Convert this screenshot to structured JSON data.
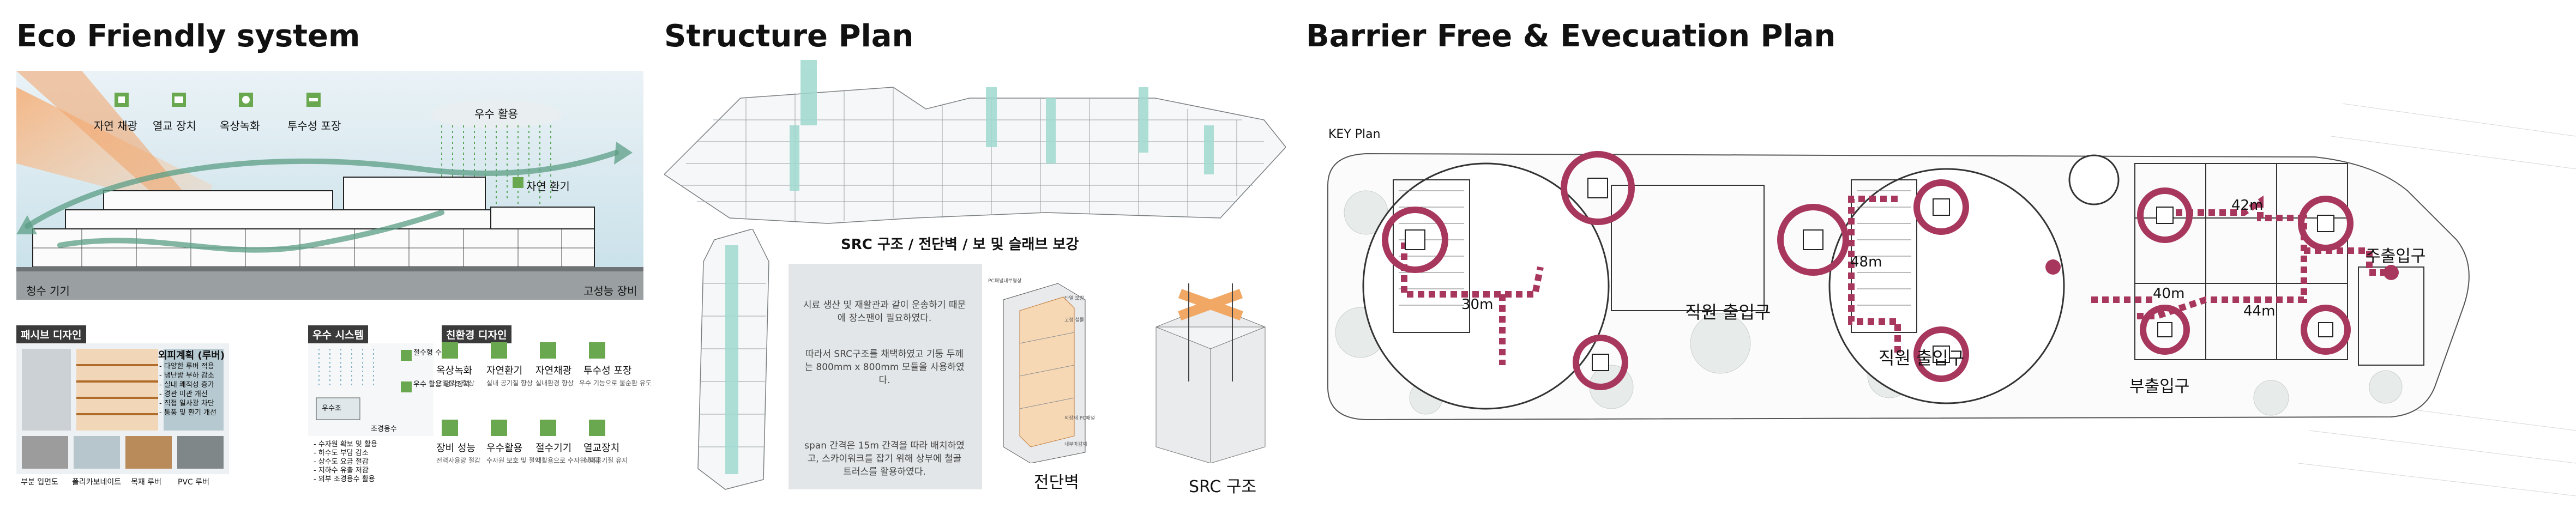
{
  "titles": {
    "eco": "Eco Friendly system",
    "structure": "Structure Plan",
    "barrier": "Barrier Free & Evecuation Plan"
  },
  "eco": {
    "top_icons": [
      "자연 채광",
      "열교 장치",
      "옥상녹화",
      "투수성 포장"
    ],
    "rain_label": "우수 활용",
    "vent_label": "자연 환기",
    "left_bottom_label": "청수 기기",
    "right_bottom_label": "고성능 장비",
    "passive_title": "패시브 디자인",
    "exterior_title": "외피계획 (루버)",
    "exterior_lines": [
      "- 다양한 루버 적용",
      "- 냉난방 부하 감소",
      "- 실내 쾌적성 증가",
      "- 경관 미관 개선",
      "- 직접 일사광 차단",
      "- 통풍 및 환기 개선"
    ],
    "photo_labels": [
      "부분 입면도",
      "폴리카보네이트",
      "목재 루버",
      "PVC 루버"
    ],
    "rain_system_title": "우수 시스템",
    "rain_system_labels": [
      "절수형 수전",
      "우수 활용 냉각장치",
      "우수조",
      "조경용수"
    ],
    "rain_system_notes": [
      "- 수자원 확보 및 활용",
      "- 하수도 부담 감소",
      "- 상수도 요금 절감",
      "- 지하수 유출 저감",
      "- 외부 조경용수 활용"
    ],
    "green_title": "친환경 디자인",
    "green_items": [
      {
        "title": "옥상녹화",
        "desc": "단열성능 향상"
      },
      {
        "title": "자연환기",
        "desc": "실내 공기질 향상"
      },
      {
        "title": "자연채광",
        "desc": "실내환경 향상"
      },
      {
        "title": "투수성 포장",
        "desc": "우수 기능으로 물순환 유도"
      }
    ],
    "green_items2": [
      {
        "title": "장비 성능",
        "desc": "전력사용량 절감"
      },
      {
        "title": "우수활용",
        "desc": "수자원 보호 및 절약"
      },
      {
        "title": "절수기기",
        "desc": "재활용으로 수자원 절약"
      },
      {
        "title": "열교장치",
        "desc": "실내공기질 유지"
      }
    ]
  },
  "structure": {
    "heading": "SRC 구조 / 전단벽 / 보 및 슬래브 보강",
    "paragraphs": [
      "시료 생산 및 재활관과 같이 운송하기 때문에 장스팬이 필요하였다.",
      "따라서 SRC구조를 채택하였고 기둥 두께는 800mm x 800mm 모듈을 사용하였다.",
      "span 간격은 15m 간격을 따라 배치하였고, 스카이워크를 잡기 위해 상부에 철골 트러스를 활용하였다."
    ],
    "wall_label": "전단벽",
    "src_label": "SRC 구조",
    "wall_notes": [
      "PC패널내부형상",
      "단열 보강",
      "고정 철물",
      "외장재 PC패널",
      "내부마감재"
    ]
  },
  "barrier": {
    "key_plan": "KEY Plan",
    "labels": [
      "직원 출입구",
      "직원 출입구",
      "부출입구",
      "주출입구"
    ],
    "distances": [
      "30m",
      "48m",
      "42m",
      "40m",
      "44m"
    ]
  },
  "colors": {
    "maroon": "#a8375e",
    "green": "#4a8c3e",
    "teal": "#9fd9d0",
    "orange": "#f0a060",
    "panel_blue": "#cbdfea",
    "text_bg": "#e3e6e8"
  }
}
